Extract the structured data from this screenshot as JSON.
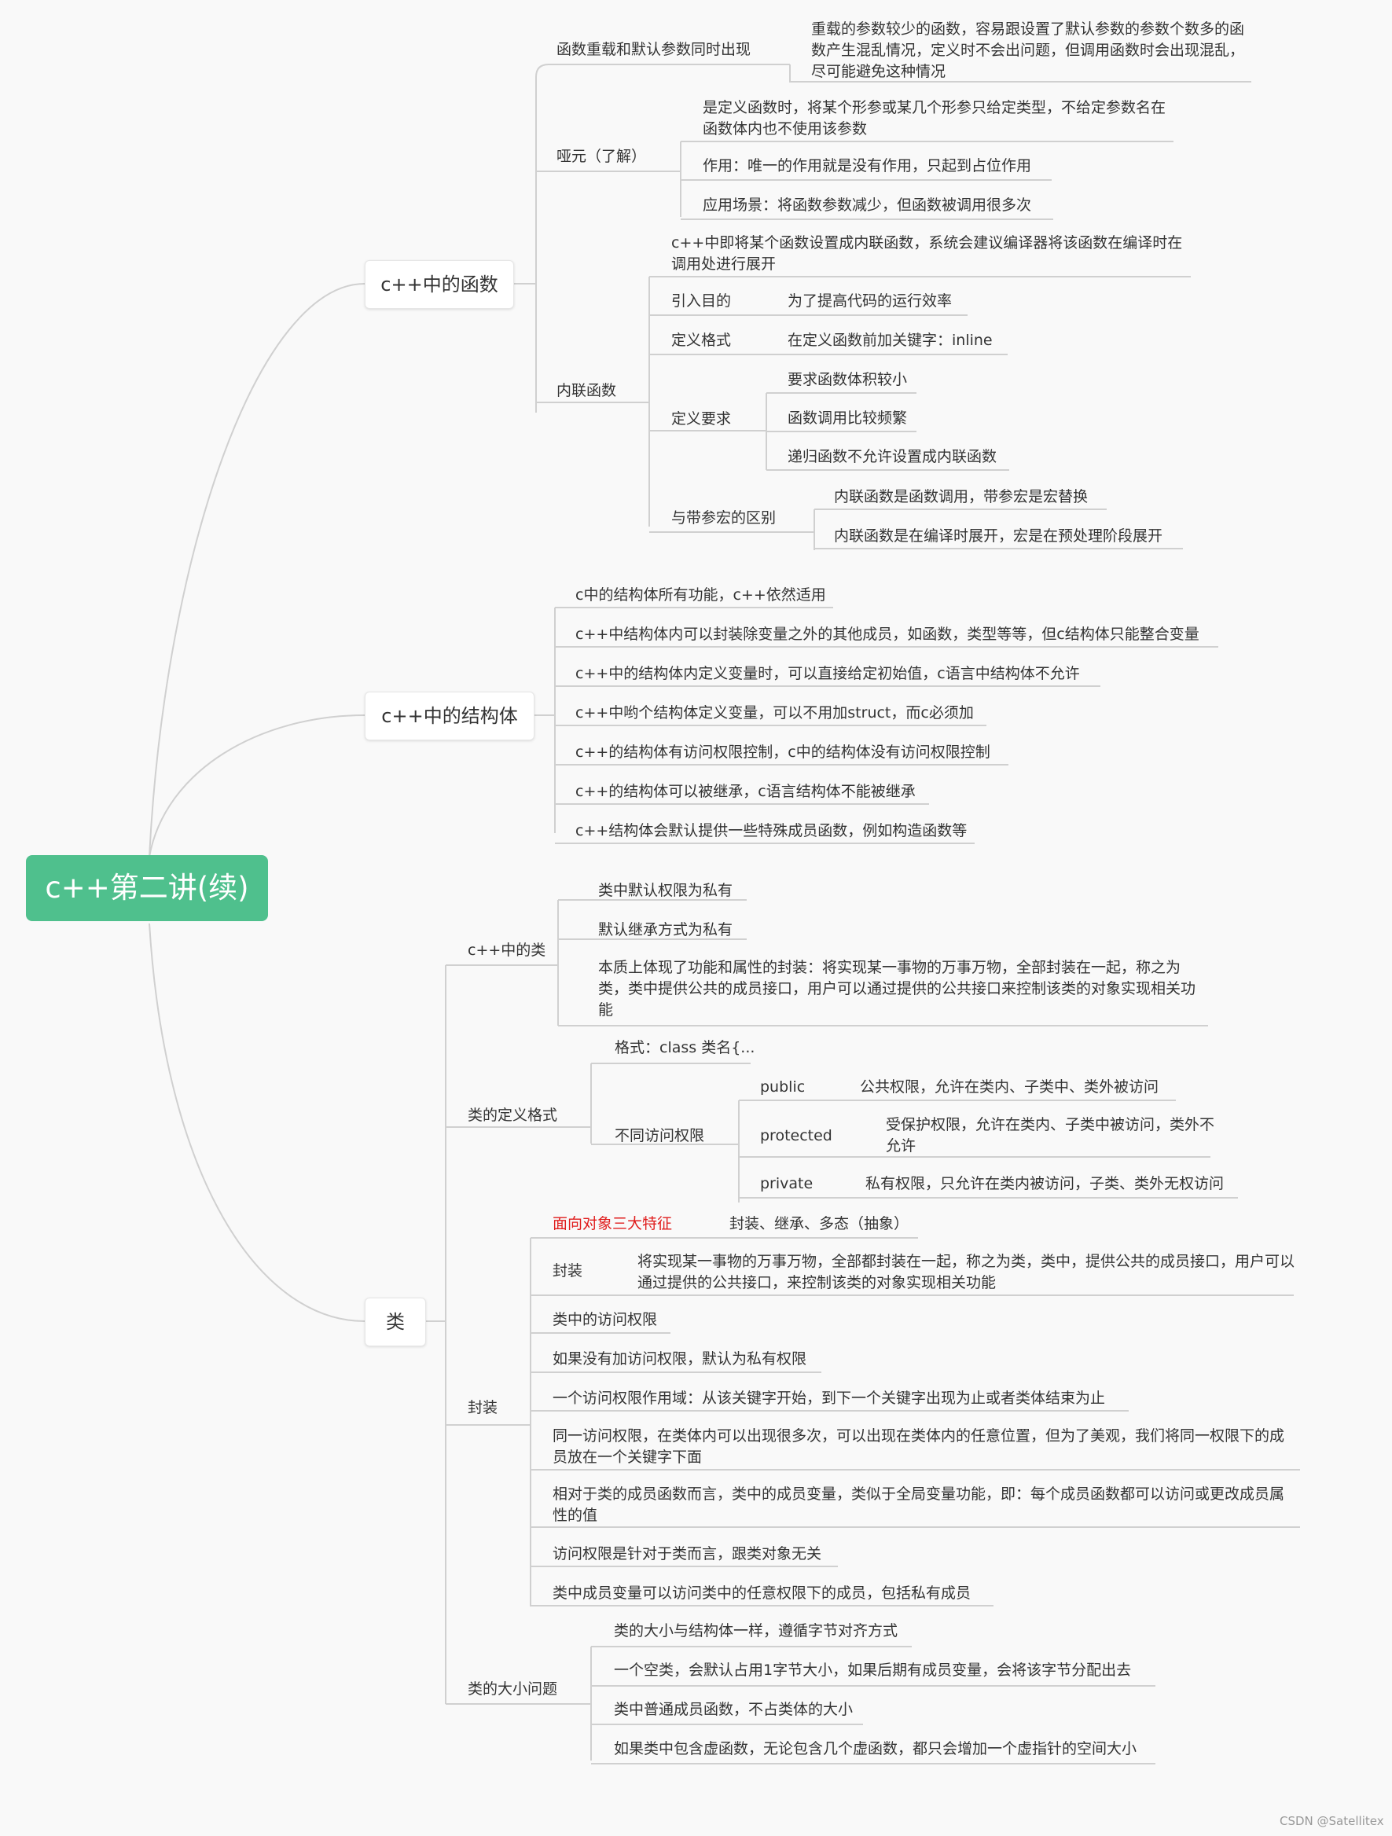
{
  "root": "c++第二讲(续)",
  "functions": {
    "title": "c++中的函数",
    "overload": {
      "label": "函数重载和默认参数同时出现",
      "desc": "重载的参数较少的函数，容易跟设置了默认参数的参数个数多的函数产生混乱情况，定义时不会出问题，但调用函数时会出现混乱，尽可能避免这种情况"
    },
    "dummy": {
      "label": "哑元（了解）",
      "items": [
        "是定义函数时，将某个形参或某几个形参只给定类型，不给定参数名在函数体内也不使用该参数",
        "作用：唯一的作用就是没有作用，只起到占位作用",
        "应用场景：将函数参数减少，但函数被调用很多次"
      ]
    },
    "inline": {
      "label": "内联函数",
      "intro": "c++中即将某个函数设置成内联函数，系统会建议编译器将该函数在编译时在调用处进行展开",
      "purpose_label": "引入目的",
      "purpose": "为了提高代码的运行效率",
      "format_label": "定义格式",
      "format": "在定义函数前加关键字：inline",
      "req_label": "定义要求",
      "reqs": [
        "要求函数体积较小",
        "函数调用比较频繁",
        "递归函数不允许设置成内联函数"
      ],
      "diff_label": "与带参宏的区别",
      "diffs": [
        "内联函数是函数调用，带参宏是宏替换",
        "内联函数是在编译时展开，宏是在预处理阶段展开"
      ]
    }
  },
  "structs": {
    "title": "c++中的结构体",
    "items": [
      "c中的结构体所有功能，c++依然适用",
      "c++中结构体内可以封装除变量之外的其他成员，如函数，类型等等，但c结构体只能整合变量",
      "c++中的结构体内定义变量时，可以直接给定初始值，c语言中结构体不允许",
      "c++中哟个结构体定义变量，可以不用加struct，而c必须加",
      "c++的结构体有访问权限控制，c中的结构体没有访问权限控制",
      "c++的结构体可以被继承，c语言结构体不能被继承",
      "c++结构体会默认提供一些特殊成员函数，例如构造函数等"
    ]
  },
  "classes": {
    "title": "类",
    "cpp_class": {
      "label": "c++中的类",
      "items": [
        "类中默认权限为私有",
        "默认继承方式为私有",
        "本质上体现了功能和属性的封装：将实现某一事物的万事万物，全部封装在一起，称之为类，类中提供公共的成员接口，用户可以通过提供的公共接口来控制该类的对象实现相关功能"
      ]
    },
    "definition": {
      "label": "类的定义格式",
      "format": "格式：class 类名{...",
      "access_label": "不同访问权限",
      "access": [
        {
          "name": "public",
          "desc": "公共权限，允许在类内、子类中、类外被访问"
        },
        {
          "name": "protected",
          "desc": "受保护权限，允许在类内、子类中被访问，类外不允许"
        },
        {
          "name": "private",
          "desc": "私有权限，只允许在类内被访问，子类、类外无权访问"
        }
      ]
    },
    "encapsulation": {
      "label": "封装",
      "oop_label": "面向对象三大特征",
      "oop": "封装、继承、多态（抽象）",
      "enc_label": "封装",
      "enc": "将实现某一事物的万事万物，全部都封装在一起，称之为类，类中，提供公共的成员接口，用户可以通过提供的公共接口，来控制该类的对象实现相关功能",
      "items": [
        "类中的访问权限",
        "如果没有加访问权限，默认为私有权限",
        "一个访问权限作用域：从该关键字开始，到下一个关键字出现为止或者类体结束为止",
        "同一访问权限，在类体内可以出现很多次，可以出现在类体内的任意位置，但为了美观，我们将同一权限下的成员放在一个关键字下面",
        "相对于类的成员函数而言，类中的成员变量，类似于全局变量功能，即：每个成员函数都可以访问或更改成员属性的值",
        "访问权限是针对于类而言，跟类对象无关",
        "类中成员变量可以访问类中的任意权限下的成员，包括私有成员"
      ]
    },
    "size": {
      "label": "类的大小问题",
      "items": [
        "类的大小与结构体一样，遵循字节对齐方式",
        "一个空类，会默认占用1字节大小，如果后期有成员变量，会将该字节分配出去",
        "类中普通成员函数，不占类体的大小",
        "如果类中包含虚函数，无论包含几个虚函数，都只会增加一个虚指针的空间大小"
      ]
    }
  },
  "watermark": "CSDN @Satellitex",
  "colors": {
    "root": "#4fc08d",
    "line": "#d0d0d0",
    "highlight": "#e01d1d"
  }
}
